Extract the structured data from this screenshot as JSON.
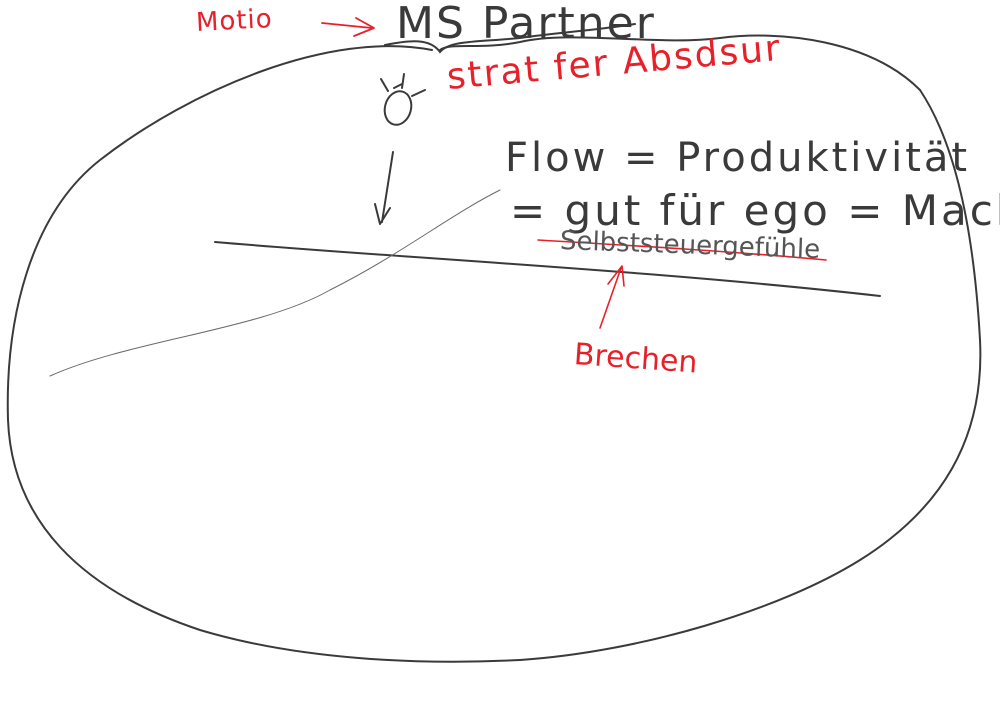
{
  "diagram": {
    "colors": {
      "ink": "#3a3a3a",
      "accent": "#e8202a",
      "background": "#ffffff"
    },
    "labels": {
      "motio": "Motio",
      "ms_partner": "MS Partner",
      "strategic": "strat fer Absdsur",
      "flow_line": "Flow = Produktivität",
      "gut_line": "= gut für ego = Macht",
      "selbst": "Selbststeuergefühle",
      "brechen": "Brechen"
    }
  }
}
